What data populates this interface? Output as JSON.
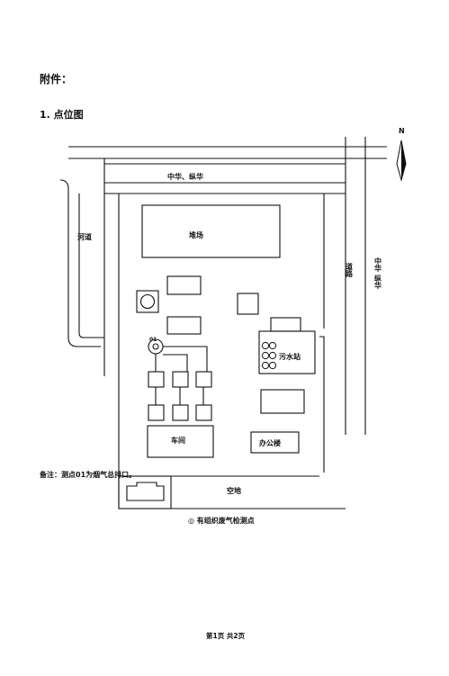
{
  "document": {
    "heading": "附件：",
    "section_title": "1. 点位图",
    "note": "备注：测点01为烟气总排口。",
    "footer": "第1页 共2页"
  },
  "map": {
    "north_label": "N",
    "labels": {
      "road_top": "中华、纵华",
      "river": "河道",
      "yard": "堆场",
      "road_inner": "道路",
      "road_right": "中华 纵华",
      "sewage_station": "污水站",
      "workshop": "车间",
      "office": "办公楼",
      "open_space": "空地",
      "point_id": "01"
    },
    "legend": "◎ 有组织废气检测点"
  }
}
